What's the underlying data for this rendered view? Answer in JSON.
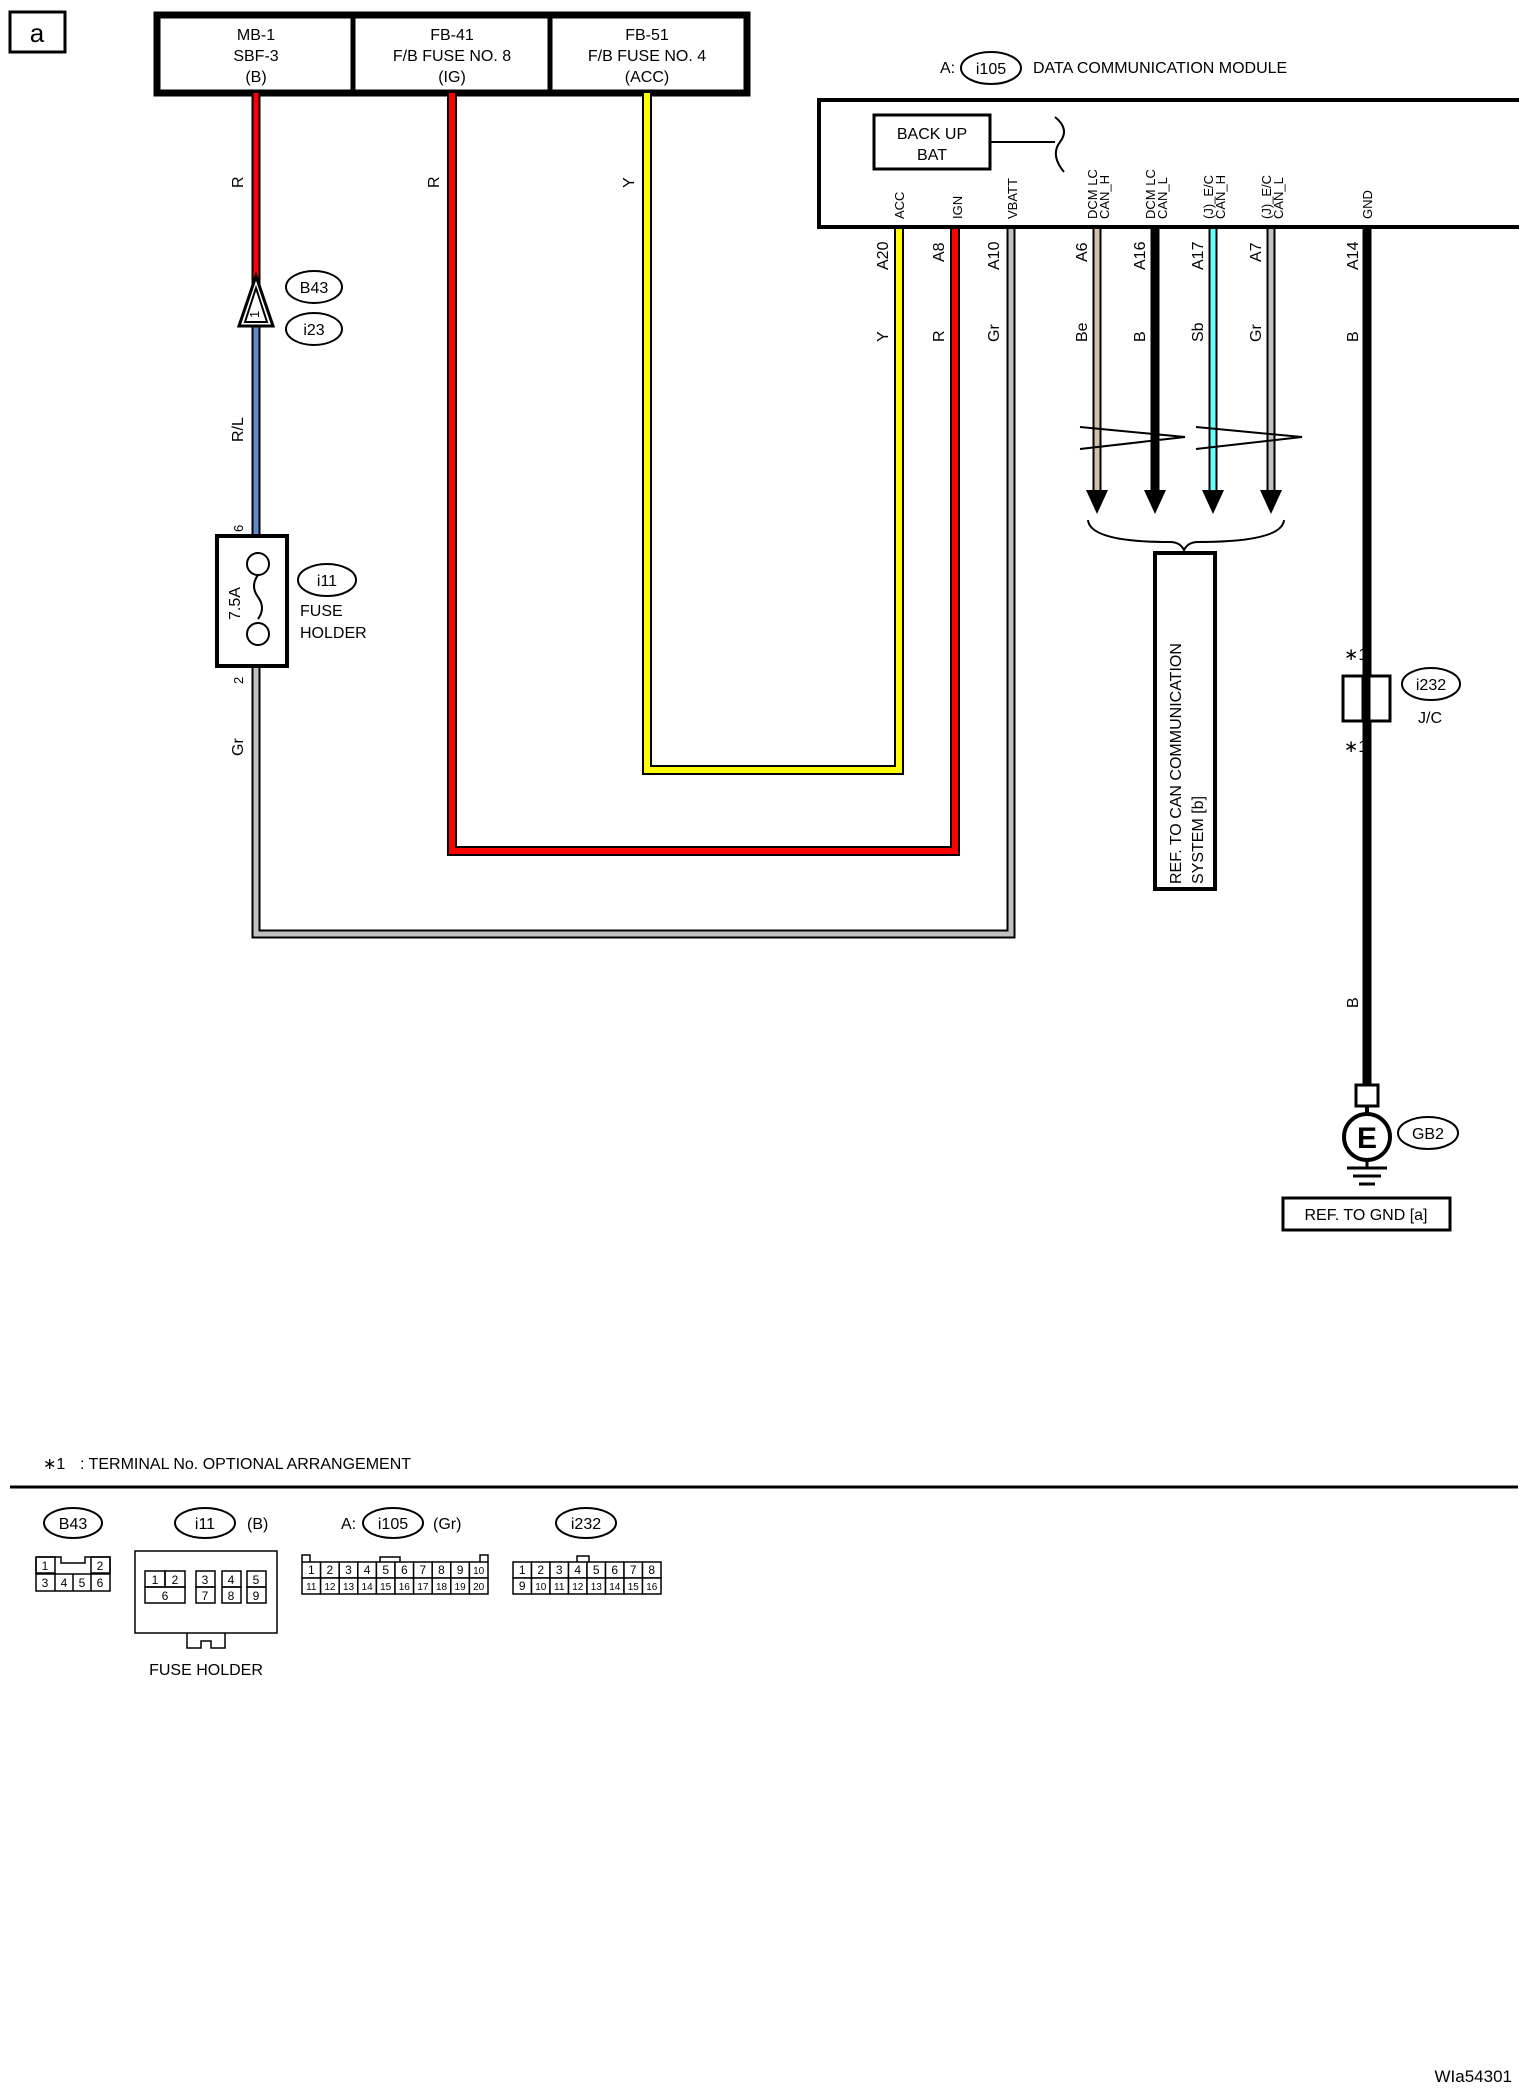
{
  "page": {
    "sheet_label": "a",
    "doc_id": "WIa54301",
    "footnote_marker": "∗1",
    "footnote_text": ": TERMINAL No. OPTIONAL ARRANGEMENT"
  },
  "sources": [
    {
      "line1": "MB-1",
      "line2": "SBF-3",
      "line3": "(B)"
    },
    {
      "line1": "FB-41",
      "line2": "F/B FUSE NO. 8",
      "line3": "(IG)"
    },
    {
      "line1": "FB-51",
      "line2": "F/B FUSE NO. 4",
      "line3": "(ACC)"
    }
  ],
  "module": {
    "prefix": "A:",
    "connector": "i105",
    "name": "DATA COMMUNICATION MODULE",
    "backup_bat_line1": "BACK UP",
    "backup_bat_line2": "BAT",
    "pins": [
      {
        "name1": "ACC",
        "name2": "",
        "terminal": "A20",
        "wire": "Y"
      },
      {
        "name1": "IGN",
        "name2": "",
        "terminal": "A8",
        "wire": "R"
      },
      {
        "name1": "VBATT",
        "name2": "",
        "terminal": "A10",
        "wire": "Gr"
      },
      {
        "name1": "DCM LC",
        "name2": "CAN_H",
        "terminal": "A6",
        "wire": "Be"
      },
      {
        "name1": "DCM LC",
        "name2": "CAN_L",
        "terminal": "A16",
        "wire": "B"
      },
      {
        "name1": "(J)_E/C",
        "name2": "CAN_H",
        "terminal": "A17",
        "wire": "Sb"
      },
      {
        "name1": "(J)_E/C",
        "name2": "CAN_L",
        "terminal": "A7",
        "wire": "Gr"
      },
      {
        "name1": "GND",
        "name2": "",
        "terminal": "A14",
        "wire": "B"
      }
    ]
  },
  "wires": {
    "source1_color": "R",
    "source2_color": "R",
    "source3_color": "Y",
    "after_b43": "R/L",
    "after_fuse": "Gr",
    "gnd_lower": "B"
  },
  "connectors": {
    "b43": "B43",
    "i23": "i23",
    "b43_pin": "1",
    "i11": "i11",
    "i11_title_line1": "FUSE",
    "i11_title_line2": "HOLDER",
    "fuse_rating": "7.5A",
    "fuse_pin_top": "6",
    "fuse_pin_bottom": "2",
    "i232": "i232",
    "i232_title": "J/C",
    "star_top": "∗1",
    "star_bottom": "∗1",
    "gb2": "GB2",
    "ground_symbol": "E"
  },
  "refs": {
    "can_line1": "REF. TO CAN COMMUNICATION",
    "can_line2": "SYSTEM [b]",
    "gnd": "REF. TO GND [a]"
  },
  "colors": {
    "R": "#ff0000",
    "Y": "#ffff00",
    "Gr": "#c0c0c0",
    "Be": "#d2c0a8",
    "B": "#000000",
    "Sb": "#66ffff",
    "R/L": "#6688cc"
  },
  "connector_views": {
    "b43": {
      "id": "B43",
      "top_row": [
        "1",
        "2"
      ],
      "bottom_row": [
        "3",
        "4",
        "5",
        "6"
      ]
    },
    "i11": {
      "id": "i11",
      "suffix": "(B)",
      "cells": [
        "1",
        "2",
        "6",
        "3",
        "4",
        "5",
        "7",
        "8",
        "9"
      ],
      "caption": "FUSE HOLDER"
    },
    "i105": {
      "prefix": "A:",
      "id": "i105",
      "suffix": "(Gr)",
      "top_row": [
        "1",
        "2",
        "3",
        "4",
        "5",
        "6",
        "7",
        "8",
        "9",
        "10"
      ],
      "bottom_row": [
        "11",
        "12",
        "13",
        "14",
        "15",
        "16",
        "17",
        "18",
        "19",
        "20"
      ]
    },
    "i232": {
      "id": "i232",
      "top_row": [
        "1",
        "2",
        "3",
        "4",
        "5",
        "6",
        "7",
        "8"
      ],
      "bottom_row": [
        "9",
        "10",
        "11",
        "12",
        "13",
        "14",
        "15",
        "16"
      ]
    }
  }
}
